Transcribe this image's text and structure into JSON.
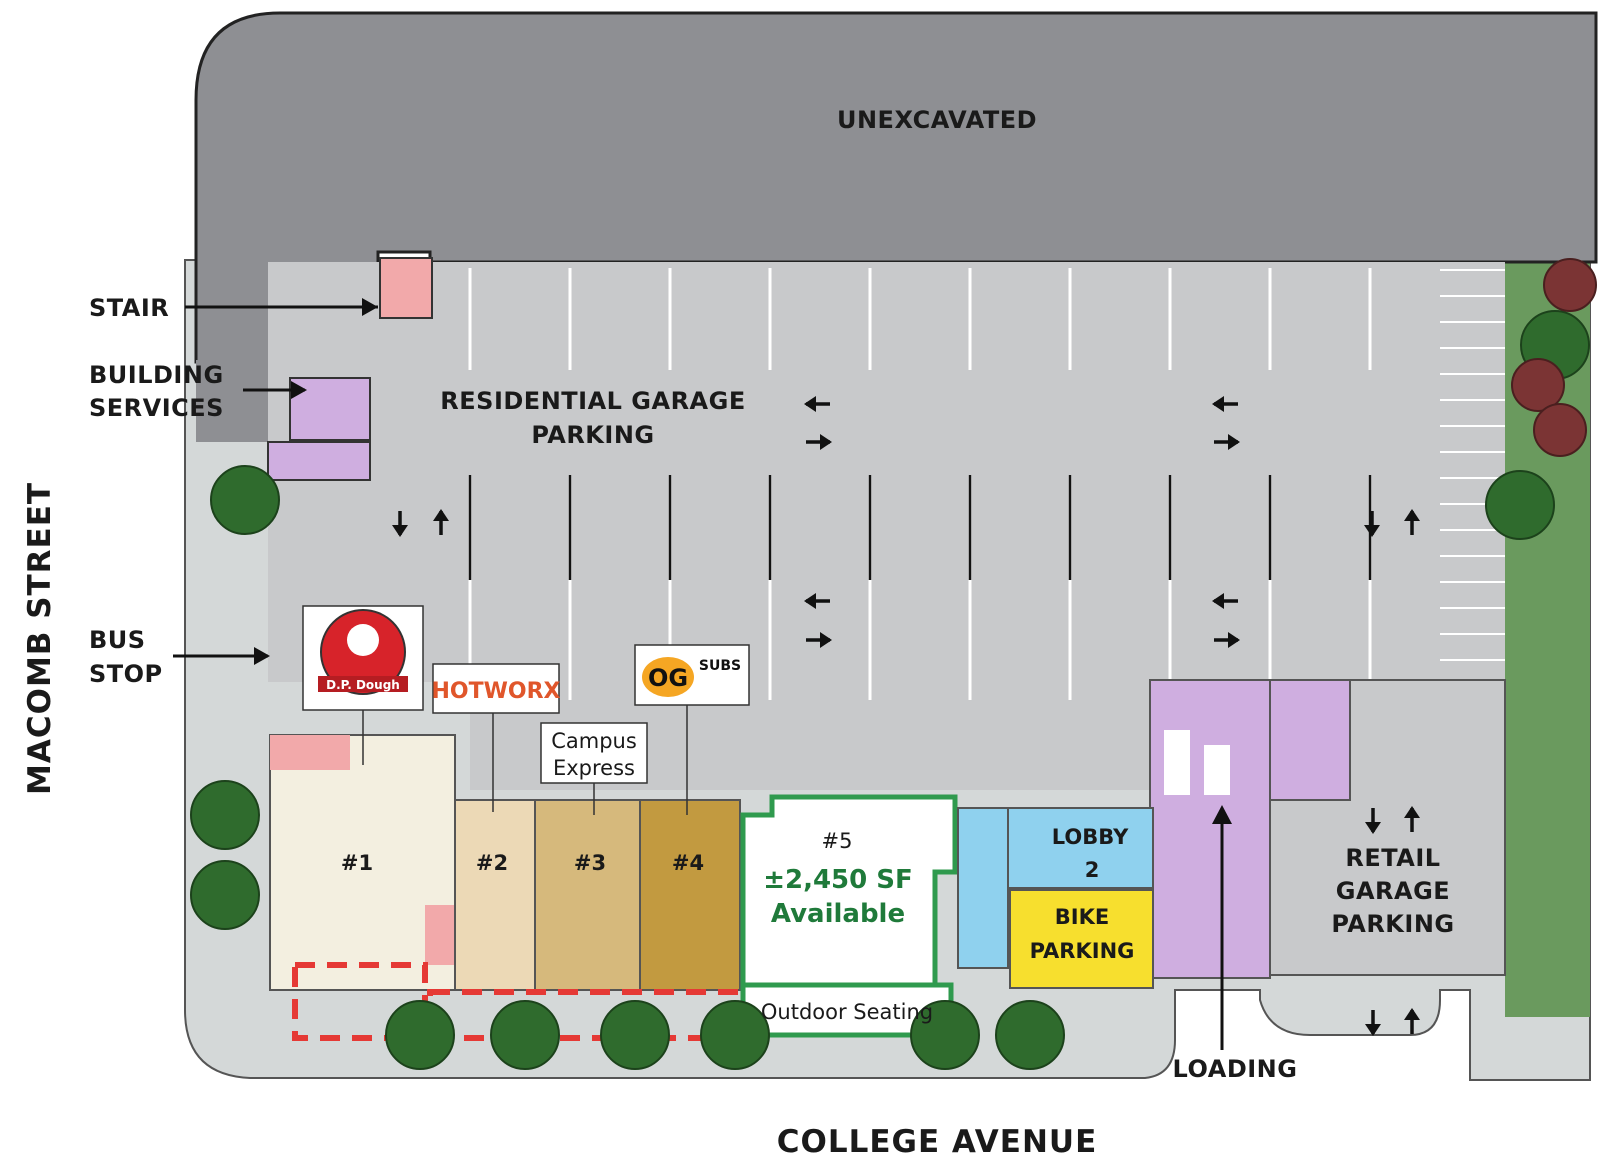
{
  "labels": {
    "unexcavated": "UNEXCAVATED",
    "stair": "STAIR",
    "building_services_1": "BUILDING",
    "building_services_2": "SERVICES",
    "bus_stop_1": "BUS",
    "bus_stop_2": "STOP",
    "macomb_street": "MACOMB STREET",
    "college_avenue": "COLLEGE AVENUE",
    "residential_parking_1": "RESIDENTIAL GARAGE",
    "residential_parking_2": "PARKING",
    "retail_parking_1": "RETAIL",
    "retail_parking_2": "GARAGE",
    "retail_parking_3": "PARKING",
    "loading": "LOADING",
    "lobby_1": "LOBBY",
    "lobby_2": "2",
    "bike_parking_1": "BIKE",
    "bike_parking_2": "PARKING",
    "outdoor_seating": "Outdoor Seating",
    "campus_express_1": "Campus",
    "campus_express_2": "Express"
  },
  "units": [
    {
      "id": "#1",
      "color": "#f3efe0"
    },
    {
      "id": "#2",
      "color": "#ecd9b6"
    },
    {
      "id": "#3",
      "color": "#d6b97c"
    },
    {
      "id": "#4",
      "color": "#c29a40"
    },
    {
      "id": "#5",
      "color": "#ffffff"
    }
  ],
  "unit5": {
    "area": "±2,450 SF",
    "status": "Available",
    "highlight": "#2f9a4e"
  },
  "tenants": {
    "dp_dough_logo": "D.P. Dough",
    "hotworx_logo": "HOTWORX",
    "og_subs_logo_1": "OG",
    "og_subs_logo_2": "SUBS"
  },
  "colors": {
    "unexcavated": "#8e8f93",
    "garage": "#c8c9cb",
    "services": "#cfaee0",
    "stair": "#f2a9aa",
    "lobby": "#8fd1ee",
    "bike": "#f7df2e",
    "green_strip": "#6a9a5e",
    "sidewalk": "#d4d8d8",
    "tree": "#2f6b2d",
    "tree_red": "#7b3434",
    "outdoor_dash": "#e53935"
  },
  "icons": {
    "arrow_left": "arrow-left-icon",
    "arrow_right": "arrow-right-icon",
    "arrow_up": "arrow-up-icon",
    "arrow_down": "arrow-down-icon",
    "tree": "tree-icon"
  }
}
